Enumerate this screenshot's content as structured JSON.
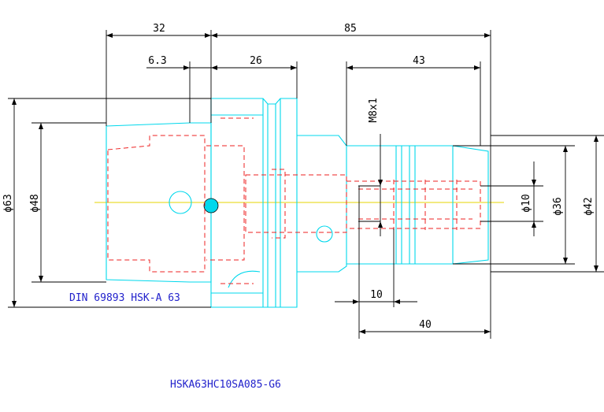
{
  "drawing": {
    "dimensions": {
      "len_32": "32",
      "len_85": "85",
      "len_6_3": "6.3",
      "len_26": "26",
      "len_43": "43",
      "thread_m8x1": "M8x1",
      "dia_63": "ϕ63",
      "dia_48": "ϕ48",
      "dia_10": "ϕ10",
      "dia_36": "ϕ36",
      "dia_42": "ϕ42",
      "len_10": "10",
      "len_40": "40"
    },
    "standard_label": "DIN 69893 HSK-A 63",
    "part_number": "HSKA63HC10SA085-G6"
  },
  "colors": {
    "outline": "#00d8ec",
    "hidden_lines": "#ee2222",
    "dimensions": "#000000",
    "centerline": "#e6d400",
    "captions": "#2222cc"
  }
}
